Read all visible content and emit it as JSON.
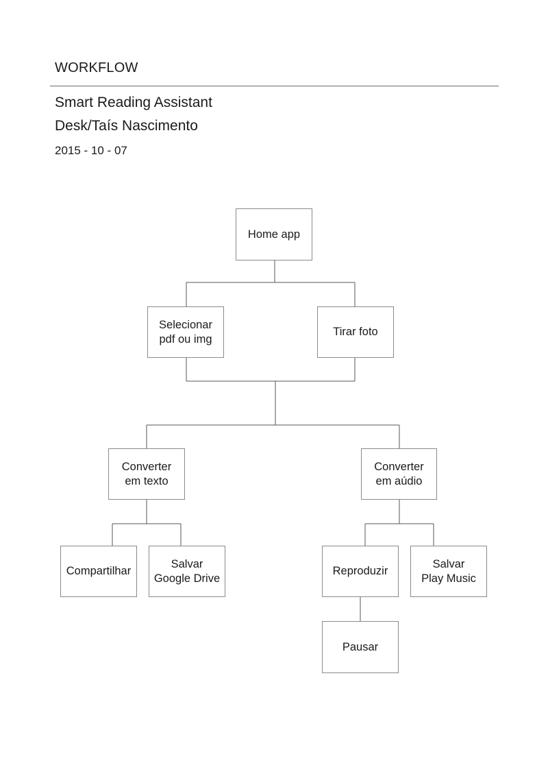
{
  "header": {
    "doc_title": "WORKFLOW",
    "project": "Smart Reading Assistant",
    "author": "Desk/Taís Nascimento",
    "date": "2015 - 10 - 07"
  },
  "nodes": {
    "home": [
      "Home app"
    ],
    "select": [
      "Selecionar",
      "pdf ou img"
    ],
    "photo": [
      "Tirar foto"
    ],
    "to_text": [
      "Converter",
      "em texto"
    ],
    "to_audio": [
      "Converter",
      "em aúdio"
    ],
    "share": [
      "Compartilhar"
    ],
    "save_drive": [
      "Salvar",
      "Google Drive"
    ],
    "play": [
      "Reproduzir"
    ],
    "save_music": [
      "Salvar",
      "Play Music"
    ],
    "pause": [
      "Pausar"
    ]
  }
}
